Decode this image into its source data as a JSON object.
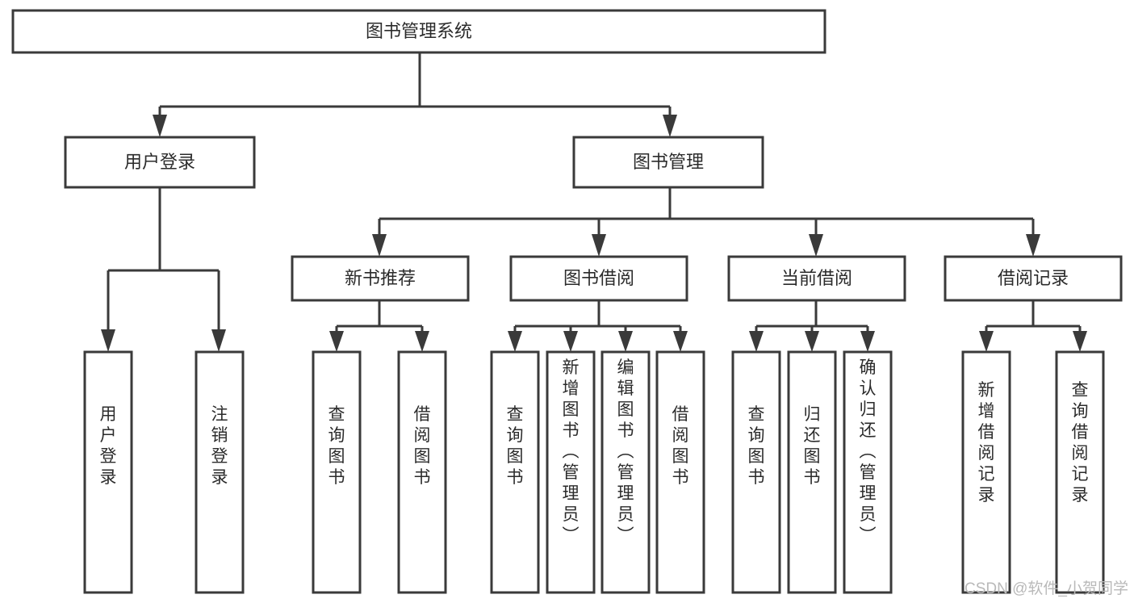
{
  "diagram": {
    "title": "图书管理系统",
    "type": "tree-hierarchy",
    "colors": {
      "stroke": "#3a3a3a",
      "fill": "#ffffff",
      "text": "#2b2b2b",
      "watermark": "#b9b9b9"
    },
    "root": {
      "label": "图书管理系统",
      "orientation": "horizontal"
    },
    "level2": [
      {
        "label": "用户登录",
        "orientation": "horizontal"
      },
      {
        "label": "图书管理",
        "orientation": "horizontal"
      }
    ],
    "level3": [
      {
        "label": "新书推荐",
        "orientation": "horizontal"
      },
      {
        "label": "图书借阅",
        "orientation": "horizontal"
      },
      {
        "label": "当前借阅",
        "orientation": "horizontal"
      },
      {
        "label": "借阅记录",
        "orientation": "horizontal"
      }
    ],
    "leaves_user_login": [
      {
        "label": "用户登录",
        "orientation": "vertical"
      },
      {
        "label": "注销登录",
        "orientation": "vertical"
      }
    ],
    "leaves_new_book": [
      {
        "label": "查询图书",
        "orientation": "vertical"
      },
      {
        "label": "借阅图书",
        "orientation": "vertical"
      }
    ],
    "leaves_borrow": [
      {
        "label": "查询图书",
        "orientation": "vertical"
      },
      {
        "label": "新增图书（管理员）",
        "orientation": "vertical"
      },
      {
        "label": "编辑图书（管理员）",
        "orientation": "vertical"
      },
      {
        "label": "借阅图书",
        "orientation": "vertical"
      }
    ],
    "leaves_current": [
      {
        "label": "查询图书",
        "orientation": "vertical"
      },
      {
        "label": "归还图书",
        "orientation": "vertical"
      },
      {
        "label": "确认归还（管理员）",
        "orientation": "vertical"
      }
    ],
    "leaves_record": [
      {
        "label": "新增借阅记录",
        "orientation": "vertical"
      },
      {
        "label": "查询借阅记录",
        "orientation": "vertical"
      }
    ]
  },
  "watermark": {
    "text": "CSDN @软件_小贺同学"
  }
}
